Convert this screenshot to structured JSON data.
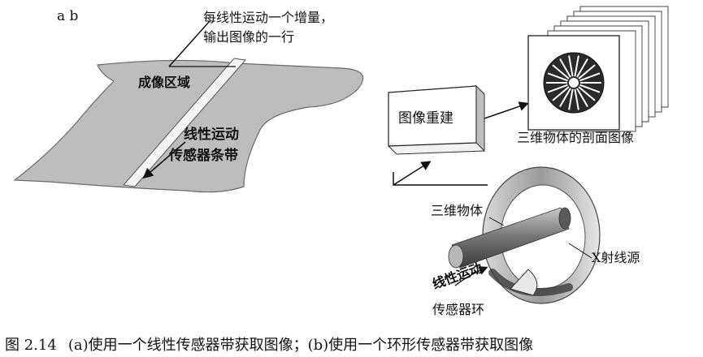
{
  "panel_letters": "a  b",
  "panel_a": {
    "annotation_line1": "每线性运动一个增量，",
    "annotation_line2": "输出图像的一行",
    "imaging_area": "成像区域",
    "strip_line1": "线性运动",
    "strip_line2": "传感器条带"
  },
  "panel_b": {
    "reconstruction_box": "图像重建",
    "slices_label": "三维物体的剖面图像",
    "object_label": "三维物体",
    "xray_label": "X射线源",
    "ring_motion": "线性运动",
    "ring_label": "传感器环"
  },
  "caption": {
    "number": "图 2.14",
    "text": "(a)使用一个线性传感器带获取图像；(b)使用一个环形传感器带获取图像"
  }
}
